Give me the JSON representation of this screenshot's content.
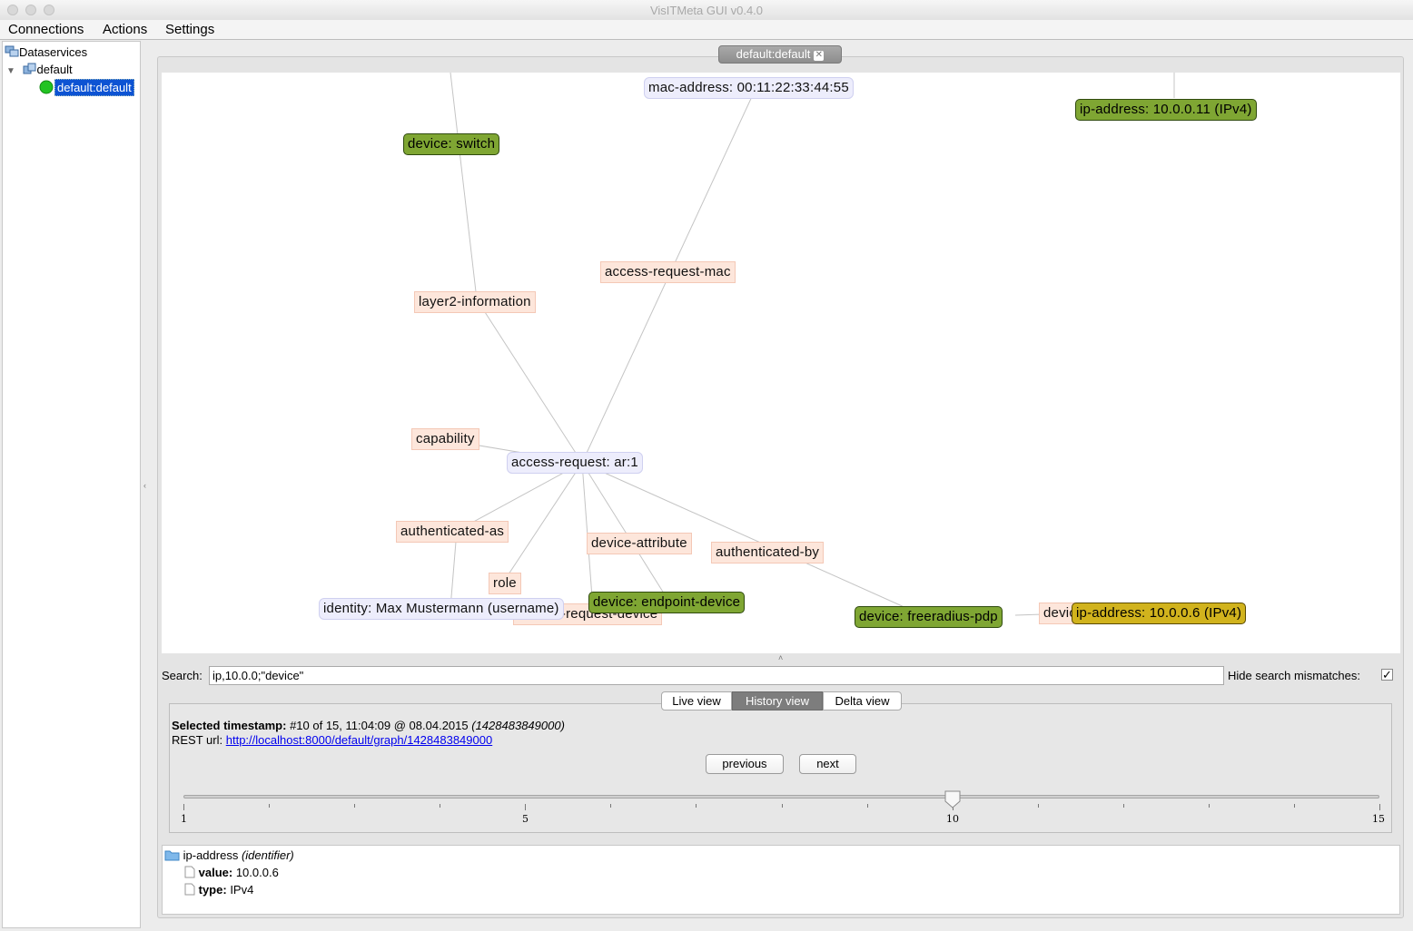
{
  "window": {
    "title": "VisITMeta GUI v0.4.0"
  },
  "menu": {
    "connections": "Connections",
    "actions": "Actions",
    "settings": "Settings"
  },
  "sidebar": {
    "root": "Dataservices",
    "group": "default",
    "connection": "default:default",
    "connection_status_color": "#22c322"
  },
  "tab": {
    "label": "default:default"
  },
  "graph": {
    "nodes": {
      "mac": "mac-address: 00:11:22:33:44:55",
      "ip11": "ip-address: 10.0.0.11 (IPv4)",
      "switch": "device: switch",
      "arm": "access-request-mac",
      "l2": "layer2-information",
      "cap": "capability",
      "ar": "access-request: ar:1",
      "authas": "authenticated-as",
      "devattr": "device-attribute",
      "authby": "authenticated-by",
      "role": "role",
      "ident": "identity: Max Mustermann (username)",
      "ard": "access-request-device",
      "endpoint": "device: endpoint-device",
      "freeradius": "device: freeradius-pdp",
      "devi": "device-ip",
      "ip6": "ip-address: 10.0.0.6 (IPv4)"
    },
    "colors": {
      "device": "#7fa633",
      "selected": "#d1b31d",
      "identifier": "#ededfc",
      "metadata": "#fde6db"
    }
  },
  "search": {
    "label": "Search:",
    "value": "ip,10.0.0;\"device\"",
    "hide_label": "Hide search mismatches:",
    "hide_checked": true
  },
  "views": {
    "live": "Live view",
    "history": "History view",
    "delta": "Delta view",
    "active": "History view"
  },
  "history": {
    "selected_label": "Selected timestamp:",
    "selected_text": "#10 of 15, 11:04:09 @ 08.04.2015",
    "selected_epoch": "(1428483849000)",
    "rest_label": "REST url:",
    "rest_url": "http://localhost:8000/default/graph/1428483849000",
    "previous": "previous",
    "next": "next",
    "slider": {
      "min": 1,
      "max": 15,
      "value": 10,
      "labels": [
        "1",
        "5",
        "10",
        "15"
      ]
    }
  },
  "properties": {
    "title": "ip-address",
    "kind": "(identifier)",
    "value_label": "value:",
    "value": "10.0.0.6",
    "type_label": "type:",
    "type": "IPv4"
  }
}
